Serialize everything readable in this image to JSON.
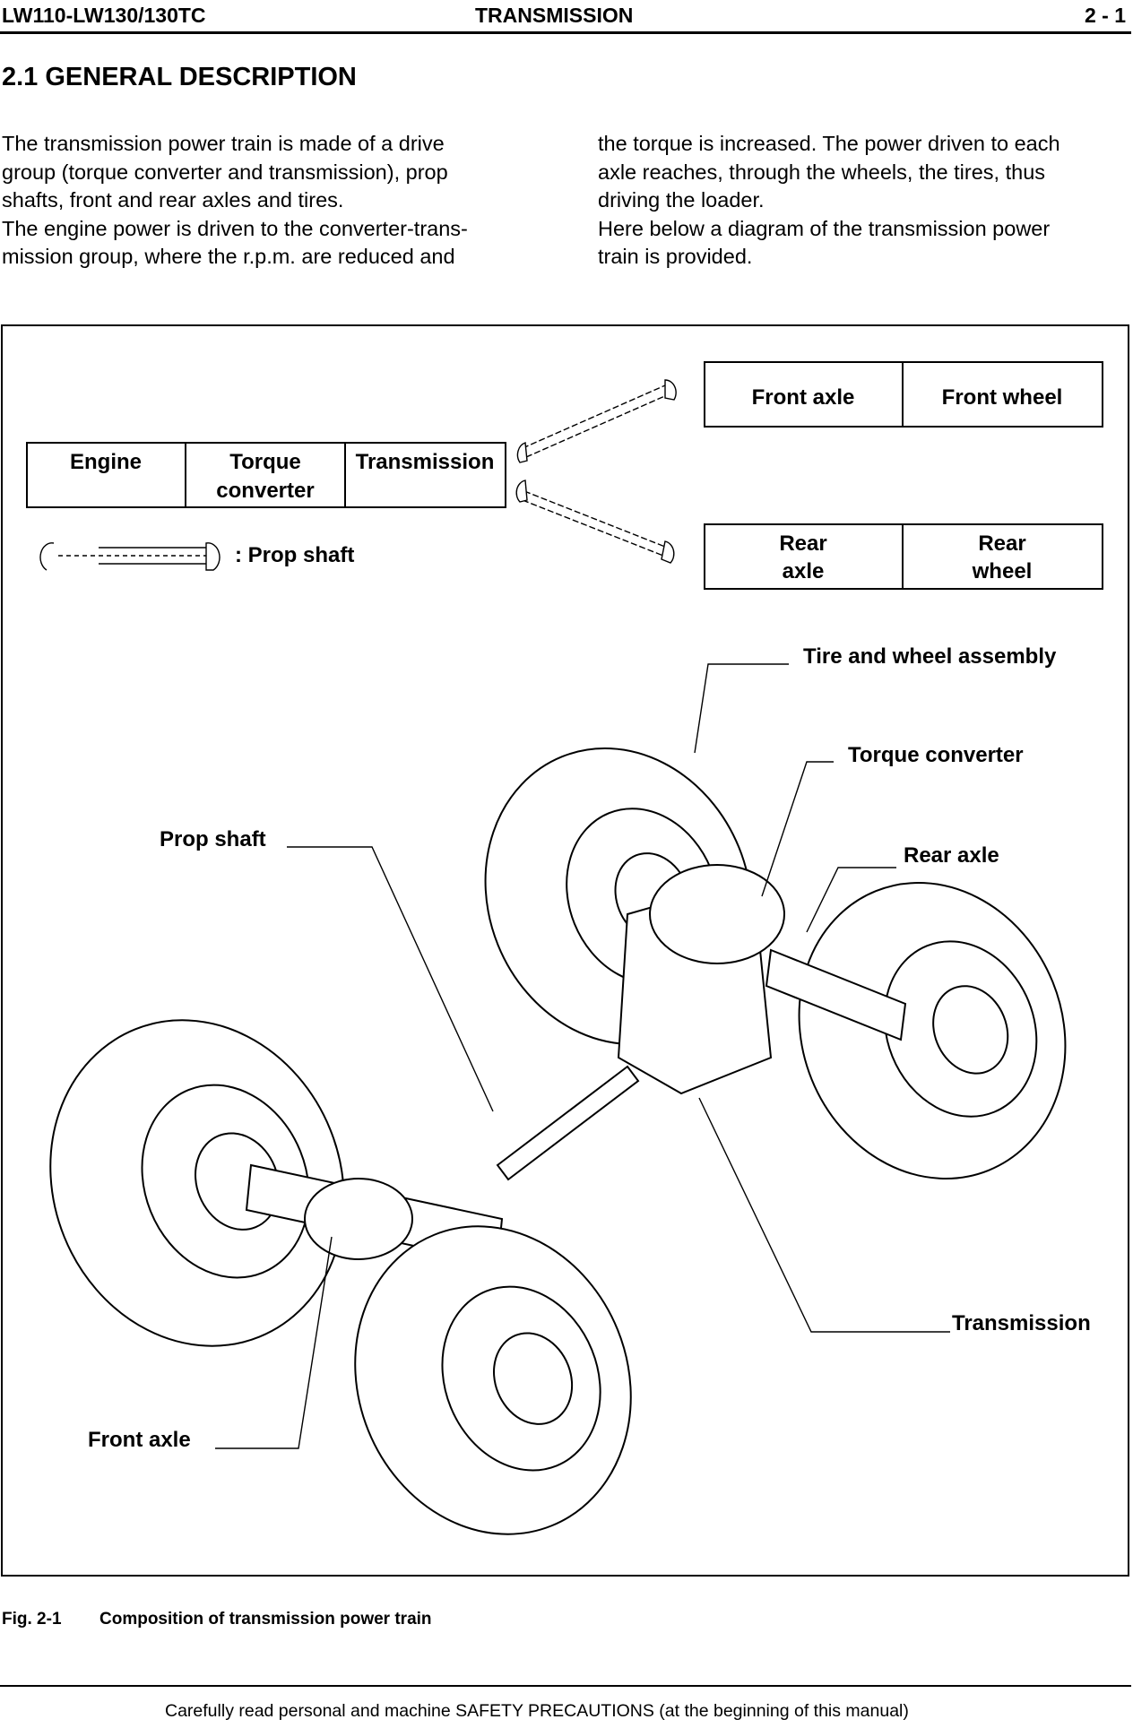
{
  "header": {
    "model": "LW110-LW130/130TC",
    "chapter": "TRANSMISSION",
    "page": "2 - 1"
  },
  "section": {
    "title": "2.1 GENERAL DESCRIPTION"
  },
  "body": {
    "left_lines": [
      "The transmission power train is made of a drive",
      "group (torque converter and transmission), prop",
      "shafts, front and rear axles and tires.",
      "The engine power is driven to the converter-trans-",
      "mission group, where the r.p.m. are reduced and"
    ],
    "right_lines": [
      "the torque is increased. The power driven to each",
      "axle reaches, through the wheels, the tires, thus",
      "driving the loader.",
      "Here below a diagram of the transmission power",
      "train is provided."
    ]
  },
  "diagram": {
    "drive_group": [
      "Engine",
      "Torque converter",
      "Transmission"
    ],
    "front_group": [
      "Front axle",
      "Front wheel"
    ],
    "rear_group": [
      "Rear axle",
      "Rear wheel"
    ],
    "legend": ": Prop shaft"
  },
  "callouts": {
    "tire_wheel": "Tire and wheel assembly",
    "torque_converter": "Torque converter",
    "rear_axle": "Rear axle",
    "prop_shaft": "Prop shaft",
    "transmission": "Transmission",
    "front_axle": "Front axle"
  },
  "caption": {
    "number": "Fig. 2-1",
    "text": "Composition of transmission power train"
  },
  "footer": {
    "text": "Carefully read personal and machine SAFETY PRECAUTIONS (at the beginning of this manual)"
  }
}
